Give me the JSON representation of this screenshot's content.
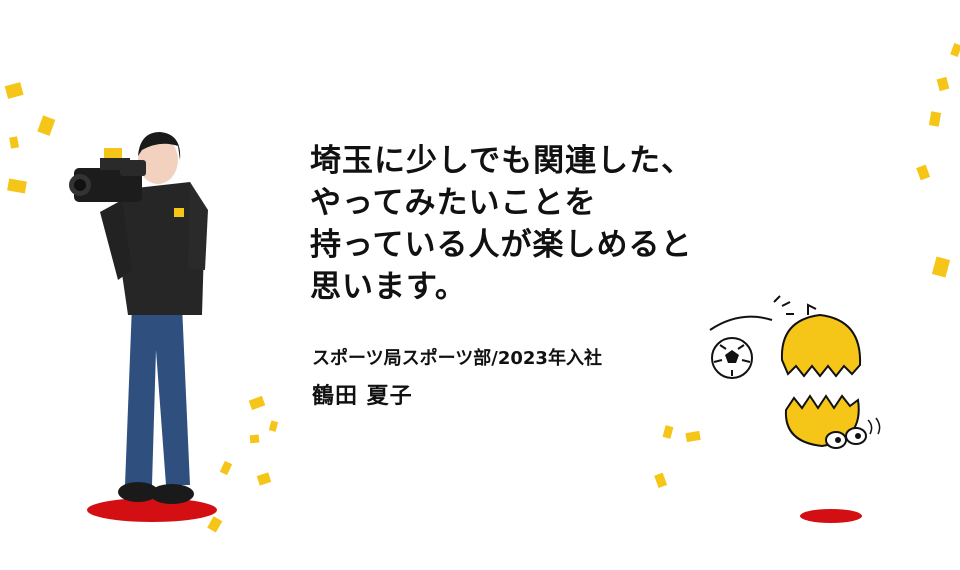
{
  "quote": {
    "lines": [
      "埼玉に少しでも関連した、",
      "やってみたいことを",
      "持っている人が楽しめると",
      "思います。"
    ]
  },
  "profile": {
    "department": "スポーツ局スポーツ部/2023年入社",
    "name": "鶴田 夏子"
  },
  "colors": {
    "confetti": "#F5C518",
    "accent_red": "#D40F14",
    "mascot_yellow": "#F5C518"
  }
}
